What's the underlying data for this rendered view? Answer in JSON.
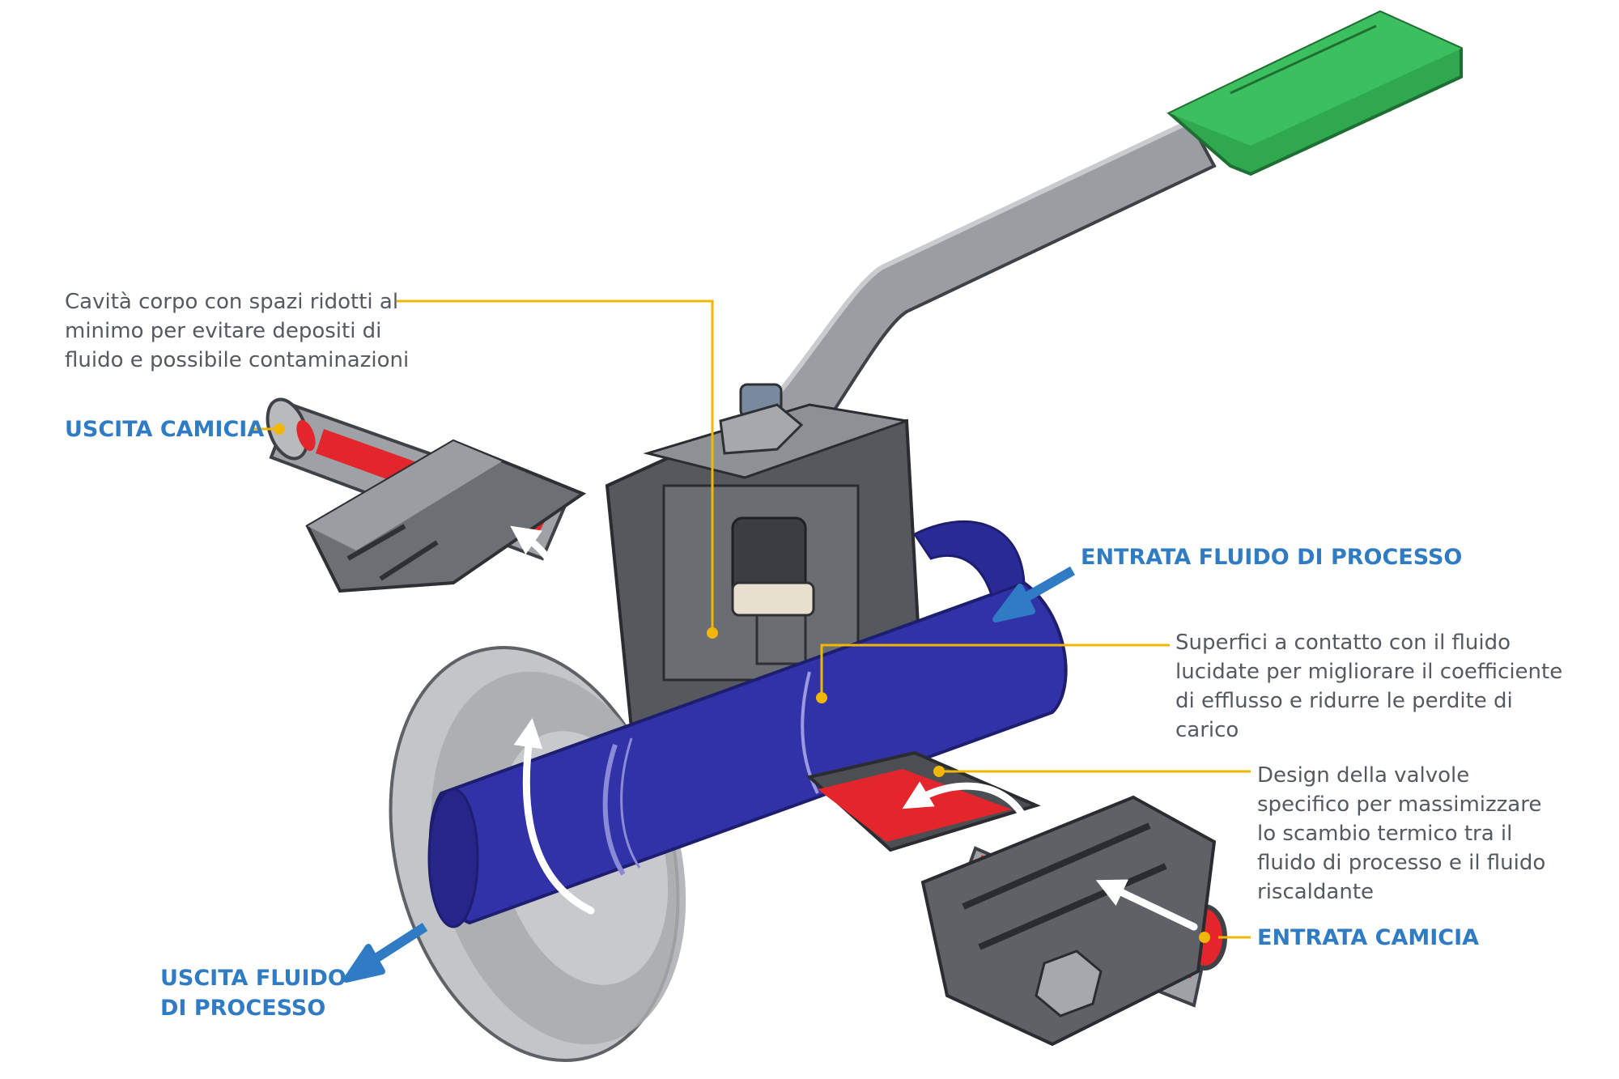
{
  "colors": {
    "accent_blue": "#2f7cc5",
    "leader_yellow": "#f2b705",
    "text_gray": "#555a60",
    "heating_red": "#e3262b",
    "process_blue": "#3232a8",
    "handle_green": "#2fa84f",
    "steel_light": "#b9bbbe",
    "steel_mid": "#8c8f93",
    "steel_dark": "#4e5155"
  },
  "notes": {
    "body_cavity": [
      "Cavità corpo con spazi ridotti al",
      "minimo per evitare depositi di",
      "fluido e possibile contaminazioni"
    ],
    "polished_surfaces": [
      "Superfici a contatto con il fluido",
      "lucidate per migliorare il coefficiente",
      "di efflusso e ridurre le perdite di",
      "carico"
    ],
    "valve_design": [
      "Design della valvole",
      "specifico per massimizzare",
      "lo scambio termico tra il",
      "fluido di processo e il fluido",
      "riscaldante"
    ]
  },
  "tags": {
    "jacket_outlet": [
      "USCITA CAMICIA"
    ],
    "process_inlet": [
      "ENTRATA FLUIDO DI PROCESSO"
    ],
    "process_outlet": [
      "USCITA FLUIDO",
      "DI PROCESSO"
    ],
    "jacket_inlet": [
      "ENTRATA CAMICIA"
    ]
  }
}
